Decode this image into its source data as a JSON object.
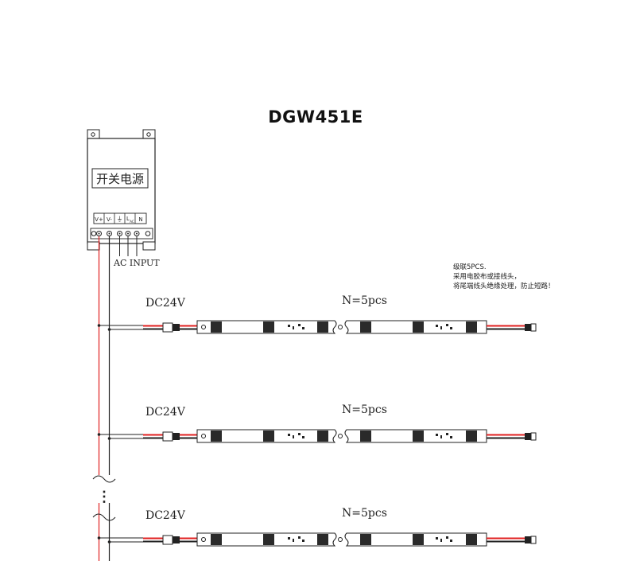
{
  "title": "DGW451E",
  "power_supply": {
    "label": "开关电源",
    "terminals": [
      "V+",
      "V-",
      "⏚",
      "L",
      "N"
    ],
    "terminal_ac_sub": "AC",
    "input_label": "AC INPUT"
  },
  "note": {
    "lines": [
      "级联5PCS.",
      "采用电胶布或接线头，",
      "将尾端线头绝缘处理，防止短路！"
    ]
  },
  "branches": [
    {
      "voltage": "DC24V",
      "count": "N=5pcs"
    },
    {
      "voltage": "DC24V",
      "count": "N=5pcs"
    },
    {
      "voltage": "DC24V",
      "count": "N=5pcs"
    }
  ],
  "ellipsis": "⋮",
  "colors": {
    "line": "#222222",
    "wire_red": "#e02020",
    "chip": "#2a2a2a"
  }
}
